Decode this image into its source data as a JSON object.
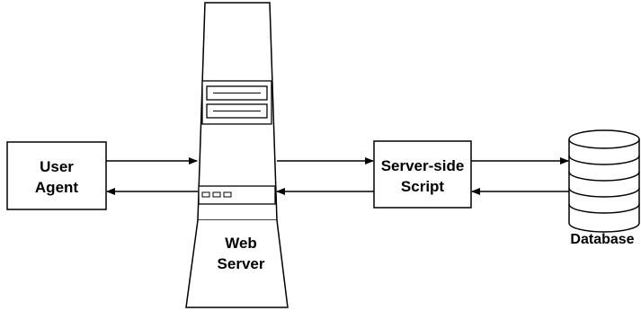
{
  "user_agent": {
    "line1": "User",
    "line2": "Agent"
  },
  "web_server": {
    "line1": "Web",
    "line2": "Server"
  },
  "script": {
    "line1": "Server-side",
    "line2": "Script"
  },
  "database": {
    "label": "Database"
  },
  "colors": {
    "stroke": "#000000",
    "fill": "#ffffff",
    "text": "#000000"
  }
}
